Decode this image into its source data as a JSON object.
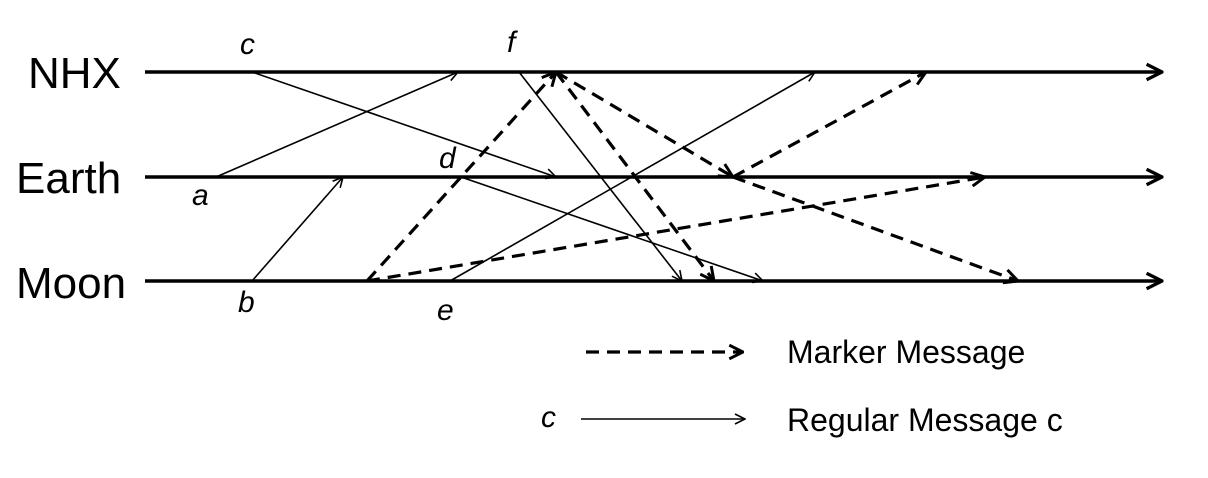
{
  "processes": [
    {
      "id": "nhx",
      "name": "NHX"
    },
    {
      "id": "earth",
      "name": "Earth"
    },
    {
      "id": "moon",
      "name": "Moon"
    }
  ],
  "events": [
    {
      "id": "a",
      "label": "a"
    },
    {
      "id": "b",
      "label": "b"
    },
    {
      "id": "c",
      "label": "c"
    },
    {
      "id": "d",
      "label": "d"
    },
    {
      "id": "e",
      "label": "e"
    },
    {
      "id": "f",
      "label": "f"
    }
  ],
  "legend": {
    "marker_label": "Marker Message",
    "regular_symbol": "c",
    "regular_label": "Regular Message c"
  },
  "colors": {
    "ink": "#000000",
    "background": "#ffffff"
  }
}
